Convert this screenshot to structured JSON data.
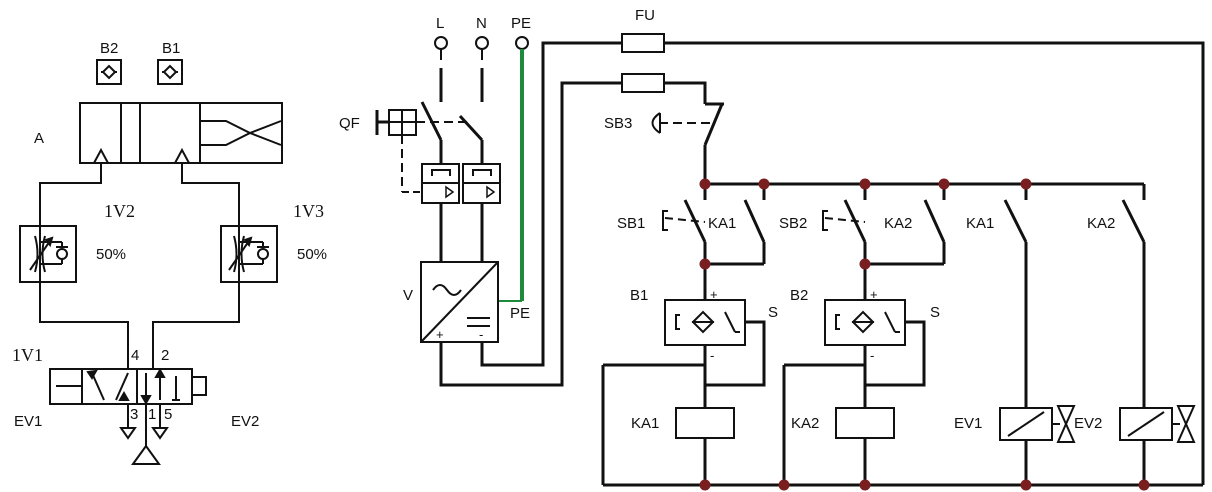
{
  "colors": {
    "line": "#111111",
    "junction": "#7a1f1f",
    "pe_wire": "#1e8a3c"
  },
  "pneumatic": {
    "sensor_b2": "B2",
    "sensor_b1": "B1",
    "cylinder": "A",
    "throttle_left": {
      "name": "1V2",
      "percent": "50%"
    },
    "throttle_right": {
      "name": "1V3",
      "percent": "50%"
    },
    "valve": {
      "name": "1V1",
      "port_4": "4",
      "port_2": "2",
      "port_3": "3",
      "port_1": "1",
      "port_5": "5",
      "coil_left": "EV1",
      "coil_right": "EV2"
    }
  },
  "electrical": {
    "supply": {
      "l": "L",
      "n": "N",
      "pe": "PE"
    },
    "breaker": "QF",
    "fuse": "FU",
    "stop_button": "SB3",
    "power_supply": {
      "label": "V",
      "plus": "+",
      "minus": "-",
      "pe": "PE"
    },
    "rung1": {
      "button": "SB1",
      "contact": "KA1",
      "sensor": "B1",
      "plus": "+",
      "minus": "-",
      "signal": "S",
      "relay": "KA1"
    },
    "rung2": {
      "button": "SB2",
      "contact": "KA2",
      "sensor": "B2",
      "plus": "+",
      "minus": "-",
      "signal": "S",
      "relay": "KA2"
    },
    "rung3": {
      "contact": "KA1",
      "coil": "EV1"
    },
    "rung4": {
      "contact": "KA2",
      "coil": "EV2"
    }
  }
}
